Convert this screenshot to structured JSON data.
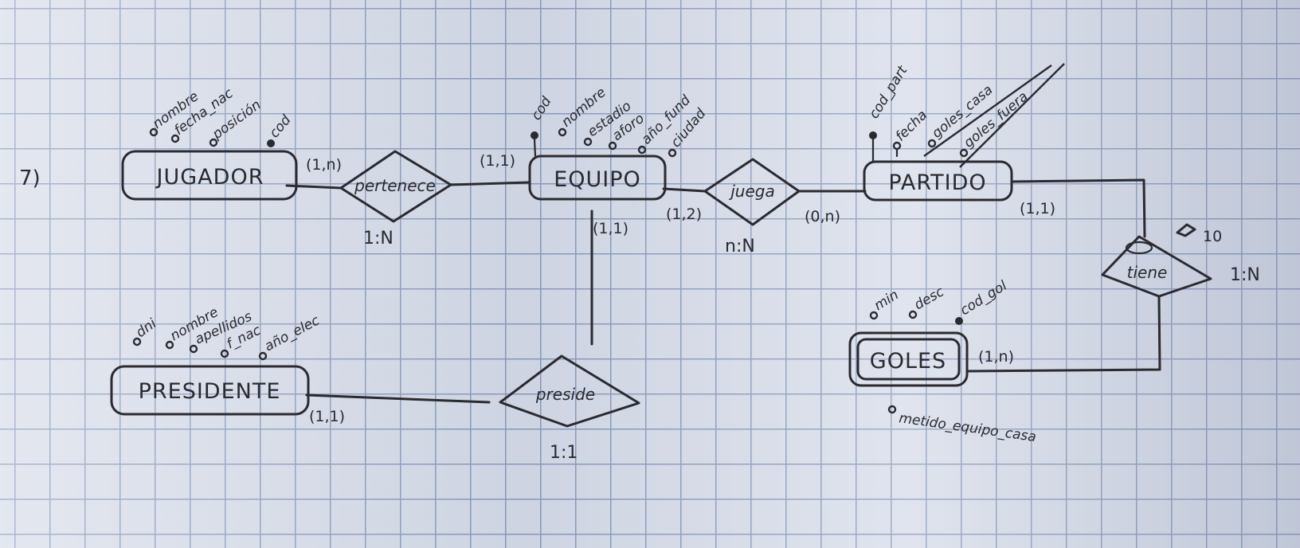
{
  "diagram": {
    "number": "7)",
    "entities": {
      "jugador": "JUGADOR",
      "equipo": "EQUIPO",
      "partido": "PARTIDO",
      "presidente": "PRESIDENTE",
      "goles": "GOLES"
    },
    "relationships": {
      "pertenece": "pertenece",
      "juega": "juega",
      "preside": "preside",
      "tiene": "tiene"
    },
    "attributes": {
      "jugador": [
        "nombre",
        "fecha_nac",
        "posición",
        "cod"
      ],
      "equipo": [
        "cod",
        "nombre",
        "estadio",
        "aforo",
        "año_fund",
        "ciudad"
      ],
      "partido": [
        "cod_part",
        "fecha",
        "goles_casa",
        "goles_fuera"
      ],
      "presidente": [
        "dni",
        "nombre",
        "apellidos",
        "f_nac",
        "año_elec"
      ],
      "goles": [
        "min",
        "desc",
        "cod_gol",
        "metido_equipo_casa"
      ]
    },
    "cardinalities": {
      "jugador_pertenece": "(1,n)",
      "pertenece_equipo": "(1,1)",
      "pertenece_ratio": "1:N",
      "equipo_juega": "(1,2)",
      "juega_partido": "(0,n)",
      "juega_ratio": "n:N",
      "equipo_preside": "(1,1)",
      "presidente_preside": "(1,1)",
      "preside_ratio": "1:1",
      "partido_tiene": "(1,1)",
      "tiene_extra": "10",
      "tiene_ratio": "1:N",
      "goles_tiene": "(1,n)"
    }
  }
}
